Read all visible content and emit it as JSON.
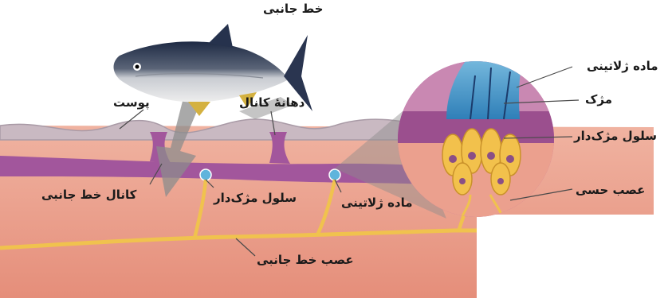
{
  "labels": {
    "lateral_line_title": "خط جانبی",
    "skin": "پوست",
    "canal_opening": "دهانهٔ کانال",
    "gelatinous_top": "ماده ژلاتینی",
    "cilium": "مژک",
    "ciliated_cell_zoom": "سلول مژک‌دار",
    "sensory_nerve": "عصب حسی",
    "lateral_line_canal": "کانال خط جانبی",
    "ciliated_cell": "سلول مژک‌دار",
    "gelatinous_bottom": "ماده ژلاتینی",
    "lateral_line_nerve": "عصب خط جانبی"
  },
  "colors": {
    "tissue": "#eba08e",
    "canal": "#a2569c",
    "skin_surface": "#c9b9c2",
    "nerve": "#f0c24e",
    "gel": "#5fb4dc",
    "arrow": "#8c8c8c"
  }
}
